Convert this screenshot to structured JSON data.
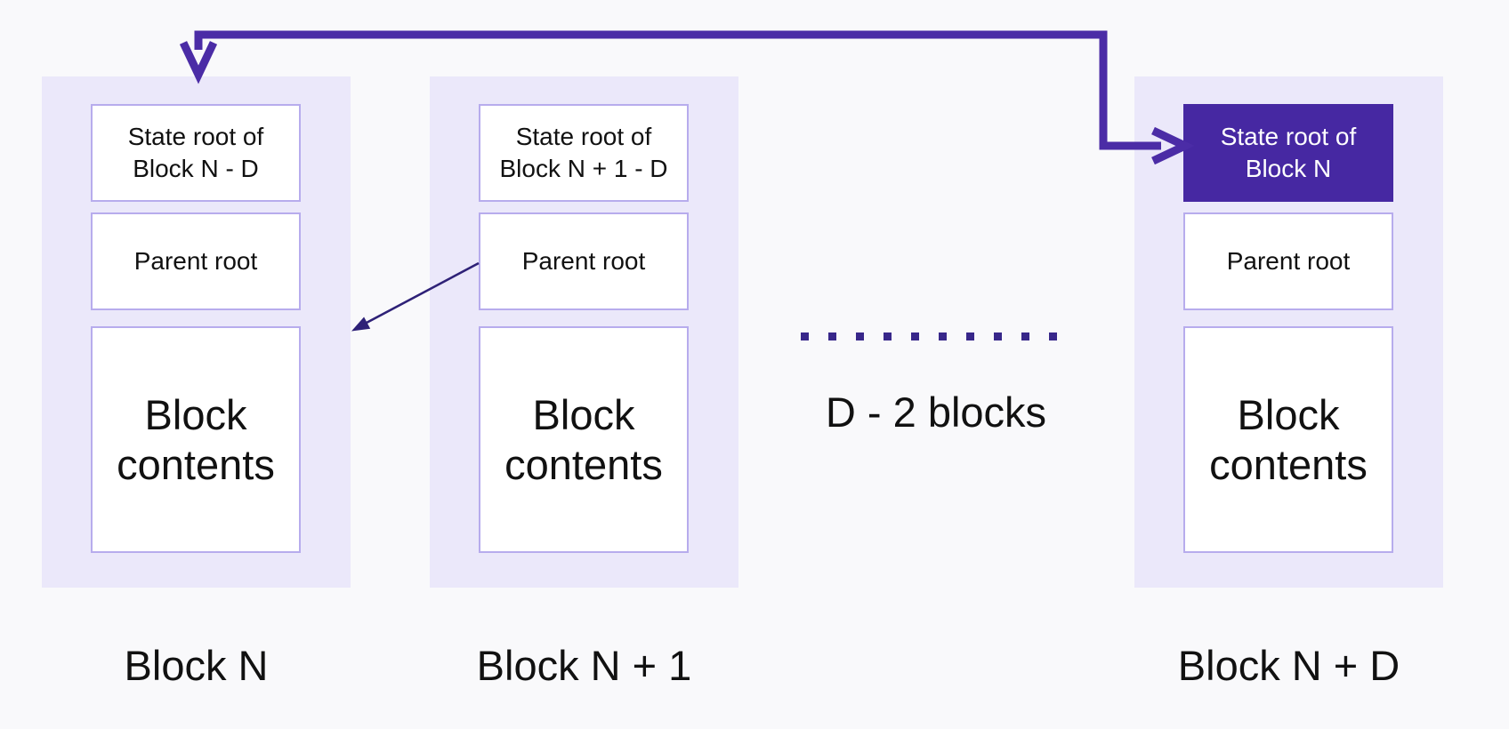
{
  "palette": {
    "background": "#f9f9fb",
    "container_fill": "#ebe8fa",
    "box_fill": "#ffffff",
    "box_border": "#b7aced",
    "highlight_fill": "#4628a2",
    "highlight_text": "#ffffff",
    "text_color": "#111111",
    "thick_arrow": "#4b2ca6",
    "thin_arrow": "#2e2177",
    "dots_color": "#38278a"
  },
  "blocks": [
    {
      "label": "Block N",
      "state_root": {
        "line1": "State root of",
        "line2": "Block N - D"
      },
      "parent_root": "Parent root",
      "contents": {
        "line1": "Block",
        "line2": "contents"
      }
    },
    {
      "label": "Block N + 1",
      "state_root": {
        "line1": "State root of",
        "line2": "Block N + 1 - D"
      },
      "parent_root": "Parent root",
      "contents": {
        "line1": "Block",
        "line2": "contents"
      }
    },
    {
      "label": "Block N + D",
      "state_root": {
        "line1": "State root of",
        "line2": "Block N"
      },
      "parent_root": "Parent root",
      "contents": {
        "line1": "Block",
        "line2": "contents"
      }
    }
  ],
  "ellipsis": {
    "label": "D - 2 blocks"
  }
}
